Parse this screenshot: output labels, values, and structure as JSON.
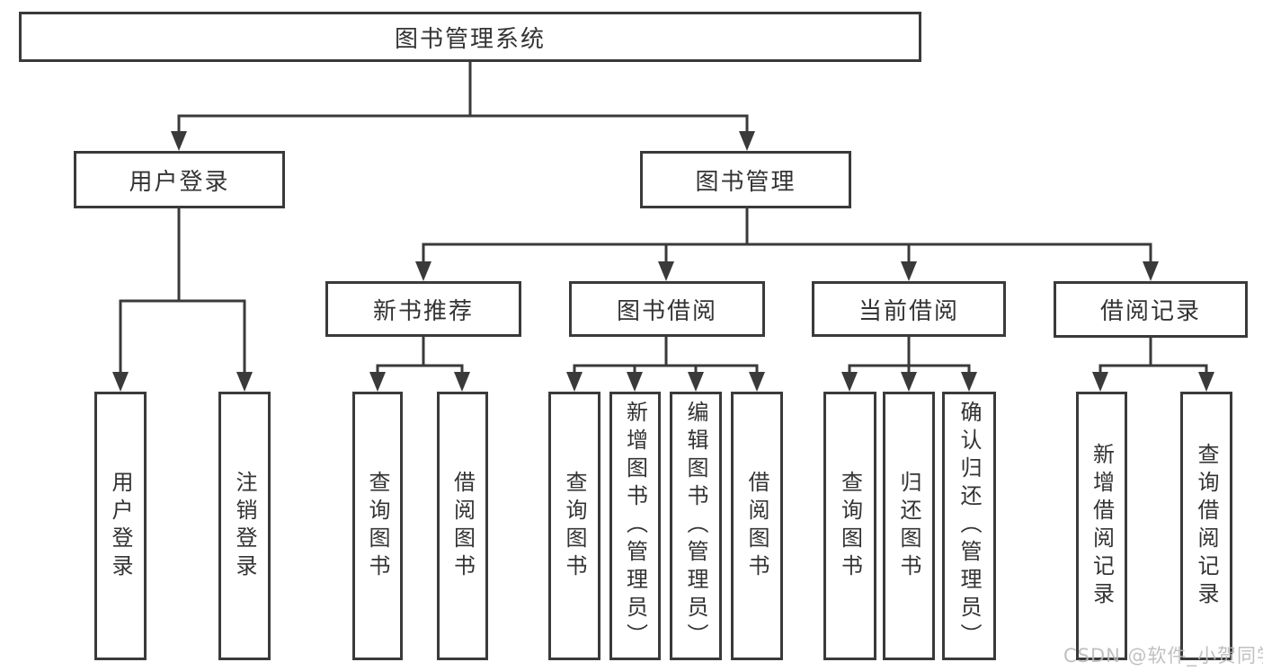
{
  "tree": {
    "label": "图书管理系统",
    "children": [
      {
        "label": "用户登录",
        "children": [
          {
            "label": "用户登录"
          },
          {
            "label": "注销登录"
          }
        ]
      },
      {
        "label": "图书管理",
        "children": [
          {
            "label": "新书推荐",
            "children": [
              {
                "label": "查询图书"
              },
              {
                "label": "借阅图书"
              }
            ]
          },
          {
            "label": "图书借阅",
            "children": [
              {
                "label": "查询图书"
              },
              {
                "label": "新增图书（管理员）"
              },
              {
                "label": "编辑图书（管理员）"
              },
              {
                "label": "借阅图书"
              }
            ]
          },
          {
            "label": "当前借阅",
            "children": [
              {
                "label": "查询图书"
              },
              {
                "label": "归还图书"
              },
              {
                "label": "确认归还（管理员）"
              }
            ]
          },
          {
            "label": "借阅记录",
            "children": [
              {
                "label": "新增借阅记录"
              },
              {
                "label": "查询借阅记录"
              }
            ]
          }
        ]
      }
    ]
  },
  "watermark": {
    "text": "CSDN @软件_小贺同学"
  },
  "colors": {
    "line": "#3a3a3a",
    "text": "#333333",
    "background": "#ffffff",
    "watermark": "#b9b9b9"
  }
}
